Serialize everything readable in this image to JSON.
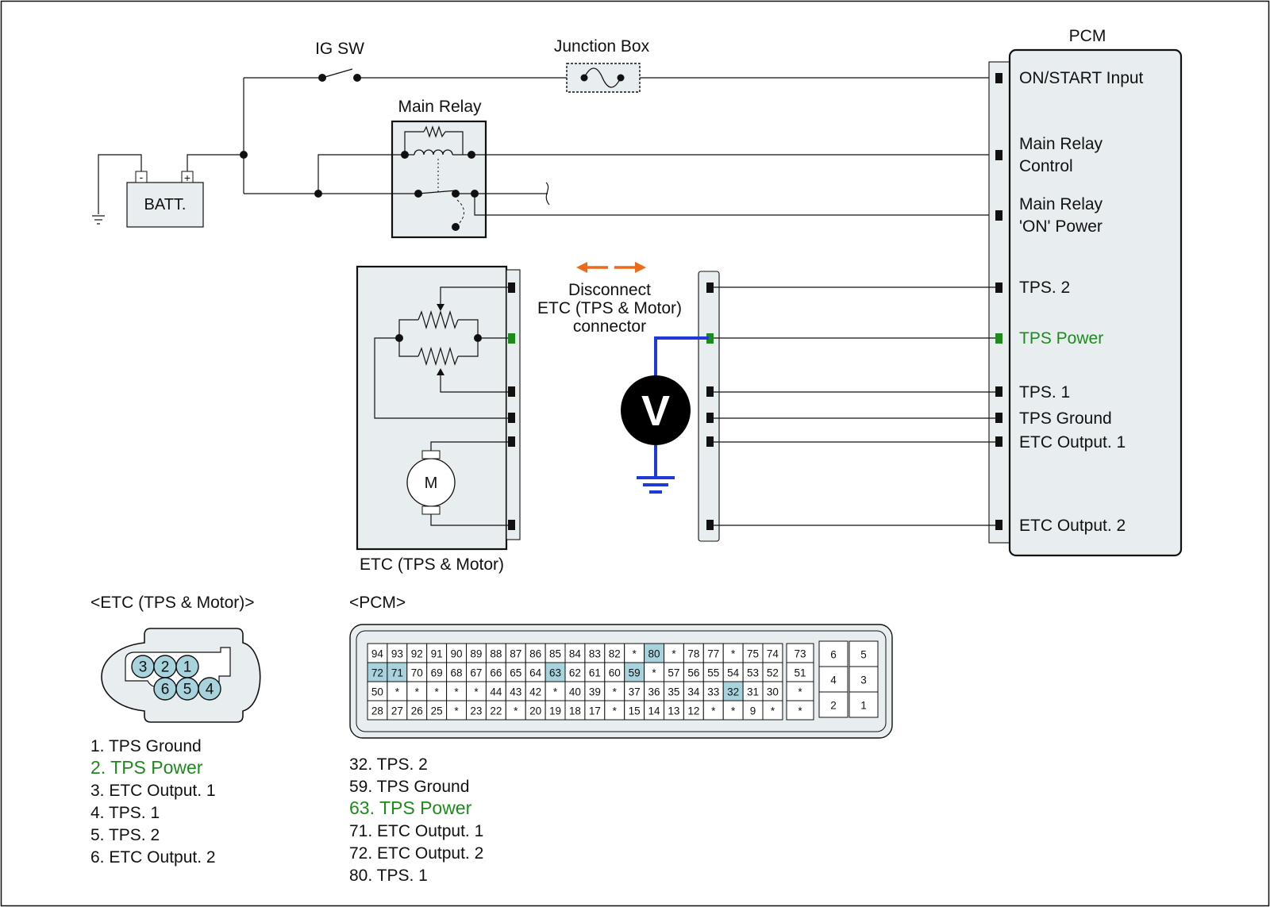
{
  "labels": {
    "ig_sw": "IG SW",
    "junction_box": "Junction Box",
    "pcm_title": "PCM",
    "main_relay": "Main Relay",
    "battery": "BATT.",
    "battery_neg": "-",
    "battery_pos": "+",
    "disconnect_line1": "Disconnect",
    "disconnect_line2": "ETC (TPS & Motor)",
    "disconnect_line3": "connector",
    "voltmeter": "V",
    "motor": "M",
    "etc_caption": "ETC (TPS & Motor)"
  },
  "pcm_pins": [
    {
      "lines": [
        "ON/START Input"
      ],
      "color": "#111111"
    },
    {
      "lines": [
        "Main Relay",
        "Control"
      ],
      "color": "#111111"
    },
    {
      "lines": [
        "Main Relay",
        "'ON' Power"
      ],
      "color": "#111111"
    },
    {
      "lines": [
        "TPS. 2"
      ],
      "color": "#111111"
    },
    {
      "lines": [
        "TPS Power"
      ],
      "color": "#1e8a1e"
    },
    {
      "lines": [
        "TPS. 1"
      ],
      "color": "#111111"
    },
    {
      "lines": [
        "TPS Ground"
      ],
      "color": "#111111"
    },
    {
      "lines": [
        "ETC Output. 1"
      ],
      "color": "#111111"
    },
    {
      "lines": [
        "ETC Output. 2"
      ],
      "color": "#111111"
    }
  ],
  "etc_connector": {
    "title": "<ETC (TPS & Motor)>",
    "top_row": [
      "3",
      "2",
      "1"
    ],
    "bottom_row": [
      "6",
      "5",
      "4"
    ],
    "legend": [
      {
        "text": "1. TPS Ground",
        "color": "#111111"
      },
      {
        "text": "2. TPS Power",
        "color": "#1e8a1e"
      },
      {
        "text": "3. ETC Output. 1",
        "color": "#111111"
      },
      {
        "text": "4. TPS. 1",
        "color": "#111111"
      },
      {
        "text": "5. TPS. 2",
        "color": "#111111"
      },
      {
        "text": "6. ETC Output. 2",
        "color": "#111111"
      }
    ]
  },
  "pcm_connector": {
    "title": "<PCM>",
    "main_grid": [
      [
        "94",
        "93",
        "92",
        "91",
        "90",
        "89",
        "88",
        "87",
        "86",
        "85",
        "84",
        "83",
        "82",
        "*",
        "80",
        "*",
        "78",
        "77",
        "*",
        "75",
        "74"
      ],
      [
        "72",
        "71",
        "70",
        "69",
        "68",
        "67",
        "66",
        "65",
        "64",
        "63",
        "62",
        "61",
        "60",
        "59",
        "*",
        "57",
        "56",
        "55",
        "54",
        "53",
        "52"
      ],
      [
        "50",
        "*",
        "*",
        "*",
        "*",
        "*",
        "44",
        "43",
        "42",
        "*",
        "40",
        "39",
        "*",
        "37",
        "36",
        "35",
        "34",
        "33",
        "32",
        "31",
        "30"
      ],
      [
        "28",
        "27",
        "26",
        "25",
        "*",
        "23",
        "22",
        "*",
        "20",
        "19",
        "18",
        "17",
        "*",
        "15",
        "14",
        "13",
        "12",
        "*",
        "*",
        "9",
        "*"
      ]
    ],
    "side_col": [
      "73",
      "51",
      "*",
      "*"
    ],
    "small_block": [
      [
        "6",
        "5"
      ],
      [
        "4",
        "3"
      ],
      [
        "2",
        "1"
      ]
    ],
    "highlighted": [
      "80",
      "72",
      "71",
      "63",
      "59",
      "32"
    ],
    "legend": [
      {
        "text": "32. TPS. 2",
        "color": "#111111"
      },
      {
        "text": "59. TPS Ground",
        "color": "#111111"
      },
      {
        "text": "63. TPS Power",
        "color": "#1e8a1e"
      },
      {
        "text": "71. ETC Output. 1",
        "color": "#111111"
      },
      {
        "text": "72. ETC Output. 2",
        "color": "#111111"
      },
      {
        "text": "80. TPS. 1",
        "color": "#111111"
      }
    ]
  },
  "colors": {
    "highlight": "#a8d2dc",
    "green": "#1e8a1e",
    "meter_wire": "#1f3ad6",
    "arrow": "#ec6a1a",
    "panel": "#e8eeef"
  },
  "icons": {
    "voltmeter": "voltmeter-icon",
    "motor": "motor-icon",
    "ground": "ground-icon",
    "battery": "battery-icon",
    "switch": "switch-icon",
    "fuse": "fuse-icon",
    "relay": "relay-icon"
  }
}
